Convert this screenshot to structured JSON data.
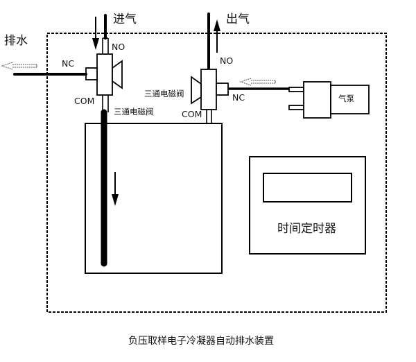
{
  "diagram": {
    "caption": "负压取样电子冷凝器自动排水装置",
    "labels": {
      "drain": "排水",
      "air_in": "进气",
      "air_out": "出气",
      "timer": "时间定时器",
      "pump": "气泵"
    },
    "valve_inlet": {
      "name": "三通电磁阀",
      "ports": {
        "no": "NO",
        "nc": "NC",
        "com": "COM"
      }
    },
    "valve_outlet": {
      "name": "三通电磁阀",
      "ports": {
        "no": "NO",
        "nc": "NC",
        "com": "COM"
      }
    },
    "colors": {
      "line": "#000000",
      "dashed_arrow": "#666666",
      "background": "#ffffff"
    }
  }
}
